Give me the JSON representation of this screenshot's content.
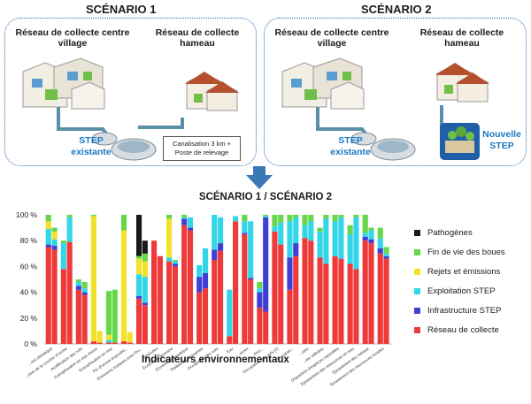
{
  "scenario1": {
    "title": "SCÉNARIO 1",
    "village_label": "Réseau de collecte centre village",
    "hamlet_label": "Réseau de collecte hameau",
    "step_label": "STEP existante",
    "callout": "Canalisation 3 km + Poste de relevage"
  },
  "scenario2": {
    "title": "SCÉNARIO 2",
    "village_label": "Réseau de collecte centre village",
    "hamlet_label": "Réseau de collecte hameau",
    "step_label": "STEP existante",
    "new_step_label": "Nouvelle STEP"
  },
  "comparison_title": "SCÉNARIO 1 / SCÉNARIO 2",
  "colors": {
    "frame": "#2b6cb0",
    "accent_text": "#1a78c2",
    "pipe": "#5a8fa8"
  },
  "icons": [
    "houses-cluster-icon",
    "hamlet-houses-icon",
    "treatment-plant-icon",
    "new-treatment-plant-icon",
    "down-arrow-icon"
  ],
  "chart_data": {
    "type": "bar",
    "stacked": true,
    "percent": true,
    "xlabel": "Indicateurs environnementaux",
    "ylabel": "",
    "ylim": [
      0,
      100
    ],
    "yticks": [
      "0 %",
      "20 %",
      "40 %",
      "60 %",
      "80 %",
      "100 %"
    ],
    "grid": false,
    "legend_position": "right",
    "bars_per_indicator": [
      "Scénario 1",
      "Scénario 2"
    ],
    "categories": [
      "...ent climatique",
      "...ction de la couche d'ozone",
      "Acidification des sols",
      "Eutrophisation en eau douce",
      "Eutrophisation en mer",
      "Pic d'ozone troposhé...",
      "Émissions toxiques pour l'ho...",
      "Particules",
      "Écotoxicité terrestre",
      "Écotoxicité aquatique",
      "Radiations ionisantes",
      "Occupation des sols",
      "Eau",
      "...urces",
      "...ress...",
      "Occupation des sols (2)",
      "Occupati...",
      "...utes",
      "...ces utilisées",
      "Disparition d'espèces naturelles",
      "Épuisement des ressources en eau",
      "Épuisement des métaux",
      "Épuisement des ressources fossiles"
    ],
    "series": [
      {
        "name": "Réseau de collecte",
        "color": "#ef3a3a",
        "values": [
          [
            75,
            73
          ],
          [
            58,
            79
          ],
          [
            42,
            38
          ],
          [
            2,
            1
          ],
          [
            1,
            1
          ],
          [
            2,
            1
          ],
          [
            35,
            30
          ],
          [
            80,
            68
          ],
          [
            64,
            60
          ],
          [
            92,
            88
          ],
          [
            40,
            43
          ],
          [
            65,
            72
          ],
          [
            6,
            95
          ],
          [
            85,
            50
          ],
          [
            28,
            25
          ],
          [
            87,
            77
          ],
          [
            42,
            68
          ],
          [
            82,
            80
          ],
          [
            67,
            62
          ],
          [
            68,
            66
          ],
          [
            62,
            58
          ],
          [
            80,
            78
          ],
          [
            70,
            66
          ]
        ]
      },
      {
        "name": "Infrastructure STEP",
        "color": "#3f3fd6",
        "values": [
          [
            2,
            3
          ],
          [
            0,
            0
          ],
          [
            3,
            2
          ],
          [
            0,
            0
          ],
          [
            0,
            0
          ],
          [
            0,
            0
          ],
          [
            2,
            2
          ],
          [
            0,
            0
          ],
          [
            0,
            2
          ],
          [
            5,
            2
          ],
          [
            12,
            12
          ],
          [
            8,
            6
          ],
          [
            0,
            0
          ],
          [
            1,
            1
          ],
          [
            12,
            73
          ],
          [
            0,
            0
          ],
          [
            25,
            10
          ],
          [
            0,
            0
          ],
          [
            0,
            0
          ],
          [
            0,
            0
          ],
          [
            0,
            0
          ],
          [
            3,
            3
          ],
          [
            4,
            2
          ]
        ]
      },
      {
        "name": "Exploitation STEP",
        "color": "#33d6e8",
        "values": [
          [
            12,
            5
          ],
          [
            20,
            19
          ],
          [
            3,
            3
          ],
          [
            0,
            0
          ],
          [
            2,
            0
          ],
          [
            0,
            0
          ],
          [
            17,
            20
          ],
          [
            0,
            0
          ],
          [
            3,
            2
          ],
          [
            1,
            8
          ],
          [
            9,
            19
          ],
          [
            27,
            20
          ],
          [
            36,
            4
          ],
          [
            9,
            44
          ],
          [
            3,
            1
          ],
          [
            4,
            17
          ],
          [
            28,
            20
          ],
          [
            10,
            15
          ],
          [
            20,
            35
          ],
          [
            27,
            32
          ],
          [
            23,
            40
          ],
          [
            3,
            7
          ],
          [
            8,
            2
          ]
        ]
      },
      {
        "name": "Rejets et émissions",
        "color": "#f2e22a",
        "values": [
          [
            6,
            6
          ],
          [
            0,
            0
          ],
          [
            0,
            0
          ],
          [
            97,
            9
          ],
          [
            4,
            0
          ],
          [
            86,
            8
          ],
          [
            12,
            12
          ],
          [
            0,
            0
          ],
          [
            30,
            0
          ],
          [
            0,
            0
          ],
          [
            0,
            0
          ],
          [
            0,
            0
          ],
          [
            0,
            0
          ],
          [
            0,
            0
          ],
          [
            0,
            0
          ],
          [
            0,
            0
          ],
          [
            0,
            0
          ],
          [
            0,
            0
          ],
          [
            0,
            0
          ],
          [
            0,
            0
          ],
          [
            0,
            0
          ],
          [
            0,
            0
          ],
          [
            0,
            0
          ]
        ]
      },
      {
        "name": "Fin de vie des boues",
        "color": "#66d64a",
        "values": [
          [
            5,
            3
          ],
          [
            2,
            2
          ],
          [
            2,
            5
          ],
          [
            1,
            0
          ],
          [
            34,
            41
          ],
          [
            12,
            0
          ],
          [
            2,
            6
          ],
          [
            0,
            0
          ],
          [
            3,
            1
          ],
          [
            2,
            0
          ],
          [
            0,
            0
          ],
          [
            0,
            0
          ],
          [
            0,
            0
          ],
          [
            5,
            0
          ],
          [
            5,
            1
          ],
          [
            9,
            6
          ],
          [
            5,
            2
          ],
          [
            8,
            5
          ],
          [
            3,
            3
          ],
          [
            5,
            2
          ],
          [
            7,
            2
          ],
          [
            14,
            2
          ],
          [
            8,
            5
          ]
        ]
      },
      {
        "name": "Pathogènes",
        "color": "#1a1a1a",
        "values": [
          [
            0,
            0
          ],
          [
            0,
            0
          ],
          [
            0,
            0
          ],
          [
            0,
            0
          ],
          [
            0,
            0
          ],
          [
            0,
            0
          ],
          [
            32,
            10
          ],
          [
            0,
            0
          ],
          [
            0,
            0
          ],
          [
            0,
            0
          ],
          [
            0,
            0
          ],
          [
            0,
            0
          ],
          [
            0,
            0
          ],
          [
            0,
            0
          ],
          [
            0,
            0
          ],
          [
            0,
            0
          ],
          [
            0,
            0
          ],
          [
            0,
            0
          ],
          [
            0,
            0
          ],
          [
            0,
            0
          ],
          [
            0,
            0
          ],
          [
            0,
            0
          ],
          [
            0,
            0
          ]
        ]
      }
    ],
    "legend_order": [
      "Pathogènes",
      "Fin de vie des boues",
      "Rejets et émissions",
      "Exploitation STEP",
      "Infrastructure STEP",
      "Réseau de collecte"
    ]
  }
}
